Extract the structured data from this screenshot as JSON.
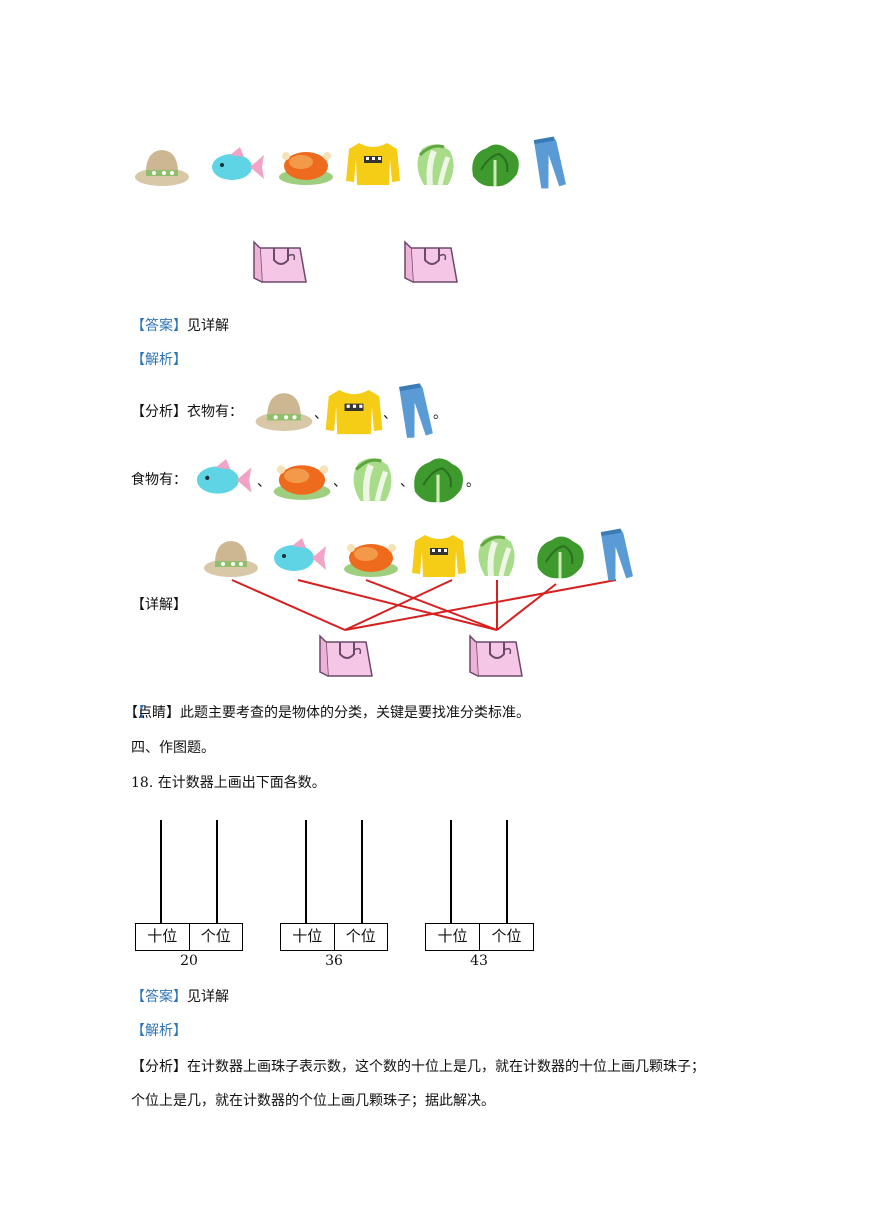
{
  "items": {
    "hat": "hat-icon",
    "fish": "fish-icon",
    "chicken": "roast-chicken-icon",
    "sweater": "sweater-icon",
    "cabbage": "cabbage-icon",
    "lettuce": "lettuce-icon",
    "jeans": "jeans-icon",
    "bag": "shopping-bag-icon"
  },
  "colors": {
    "label_blue": "#2e74b5",
    "connector_red": "#d62020",
    "bag_pink": "#f6c6e6"
  },
  "q17": {
    "answer_tag": "【答案】",
    "answer_text": "见详解",
    "analysis_tag": "【解析】",
    "clothing_prefix": "【分析】衣物有：",
    "food_prefix": "食物有：",
    "sep": "、",
    "end": "。",
    "detail_tag": "【详解】",
    "tip": "【点睛】此题主要考查的是物体的分类，关键是要找准分类标准。"
  },
  "section_four": "四、作图题。",
  "q18": {
    "prompt": "18.  在计数器上画出下面各数。",
    "tens_label": "十位",
    "ones_label": "个位",
    "numbers": [
      "20",
      "36",
      "43"
    ],
    "answer_tag": "【答案】",
    "answer_text": "见详解",
    "analysis_tag": "【解析】",
    "analysis_line1": "【分析】在计数器上画珠子表示数，这个数的十位上是几，就在计数器的十位上画几颗珠子；",
    "analysis_line2": "个位上是几，就在计数器的个位上画几颗珠子；据此解决。"
  }
}
